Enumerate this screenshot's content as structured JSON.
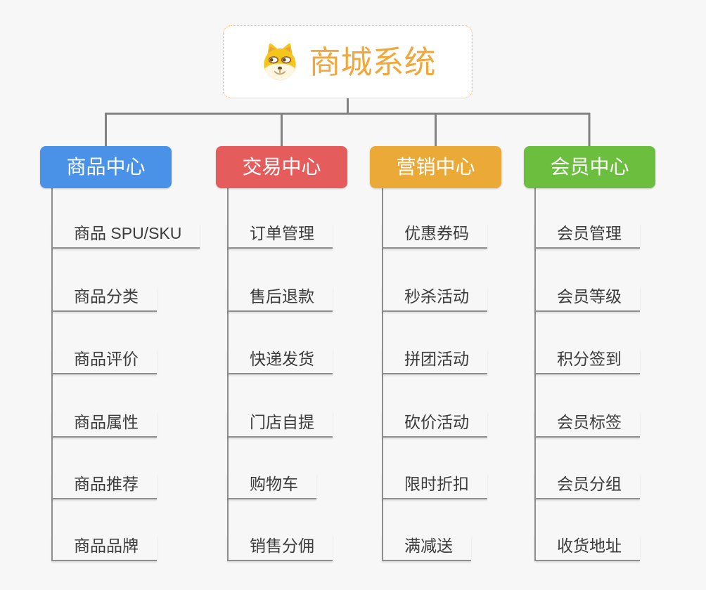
{
  "root": {
    "title": "商城系统",
    "icon": "dog-face-icon"
  },
  "branches": [
    {
      "label": "商品中心",
      "color": "#4A92E8",
      "items": [
        "商品 SPU/SKU",
        "商品分类",
        "商品评价",
        "商品属性",
        "商品推荐",
        "商品品牌"
      ]
    },
    {
      "label": "交易中心",
      "color": "#E45C5C",
      "items": [
        "订单管理",
        "售后退款",
        "快递发货",
        "门店自提",
        "购物车",
        "销售分佣"
      ]
    },
    {
      "label": "营销中心",
      "color": "#EBA937",
      "items": [
        "优惠券码",
        "秒杀活动",
        "拼团活动",
        "砍价活动",
        "限时折扣",
        "满减送"
      ]
    },
    {
      "label": "会员中心",
      "color": "#6CBF3E",
      "items": [
        "会员管理",
        "会员等级",
        "积分签到",
        "会员标签",
        "会员分组",
        "收货地址"
      ]
    }
  ],
  "colors": {
    "background": "#F7F7F7",
    "connector": "#828282",
    "leaf_line": "#8E8E8E",
    "leaf_text": "#3C3C3C",
    "root_accent": "#F0A73C",
    "root_border": "#F0B45C"
  }
}
